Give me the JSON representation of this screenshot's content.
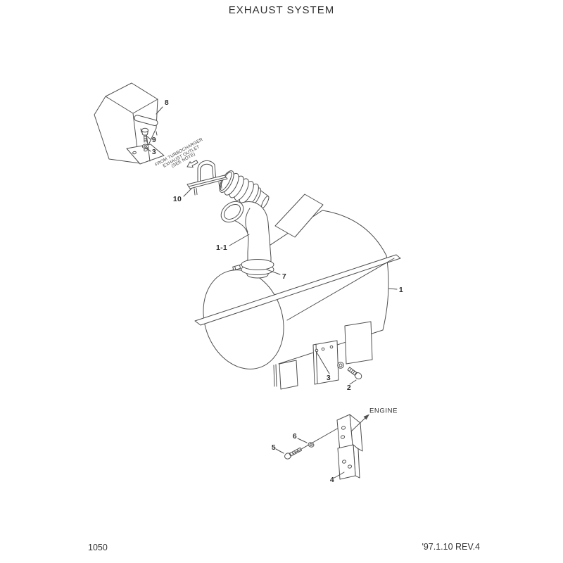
{
  "page": {
    "title": "EXHAUST SYSTEM",
    "page_number": "1050",
    "revision": "'97.1.10 REV.4"
  },
  "diagram": {
    "note": {
      "line1": "FROM TURBOCHARGER",
      "line2": "EXHAUST OUTLET",
      "line3": "(SEE NOTE)"
    },
    "engine_label": "ENGINE",
    "callouts": [
      {
        "label": "8"
      },
      {
        "label": "9"
      },
      {
        "label": "3"
      },
      {
        "label": "10"
      },
      {
        "label": "1-1"
      },
      {
        "label": "7"
      },
      {
        "label": "1"
      },
      {
        "label": "3"
      },
      {
        "label": "2"
      },
      {
        "label": "6"
      },
      {
        "label": "5"
      },
      {
        "label": "4"
      }
    ],
    "colors": {
      "line": "#4f4f4f",
      "text": "#2b2b2b",
      "background": "#ffffff"
    }
  }
}
